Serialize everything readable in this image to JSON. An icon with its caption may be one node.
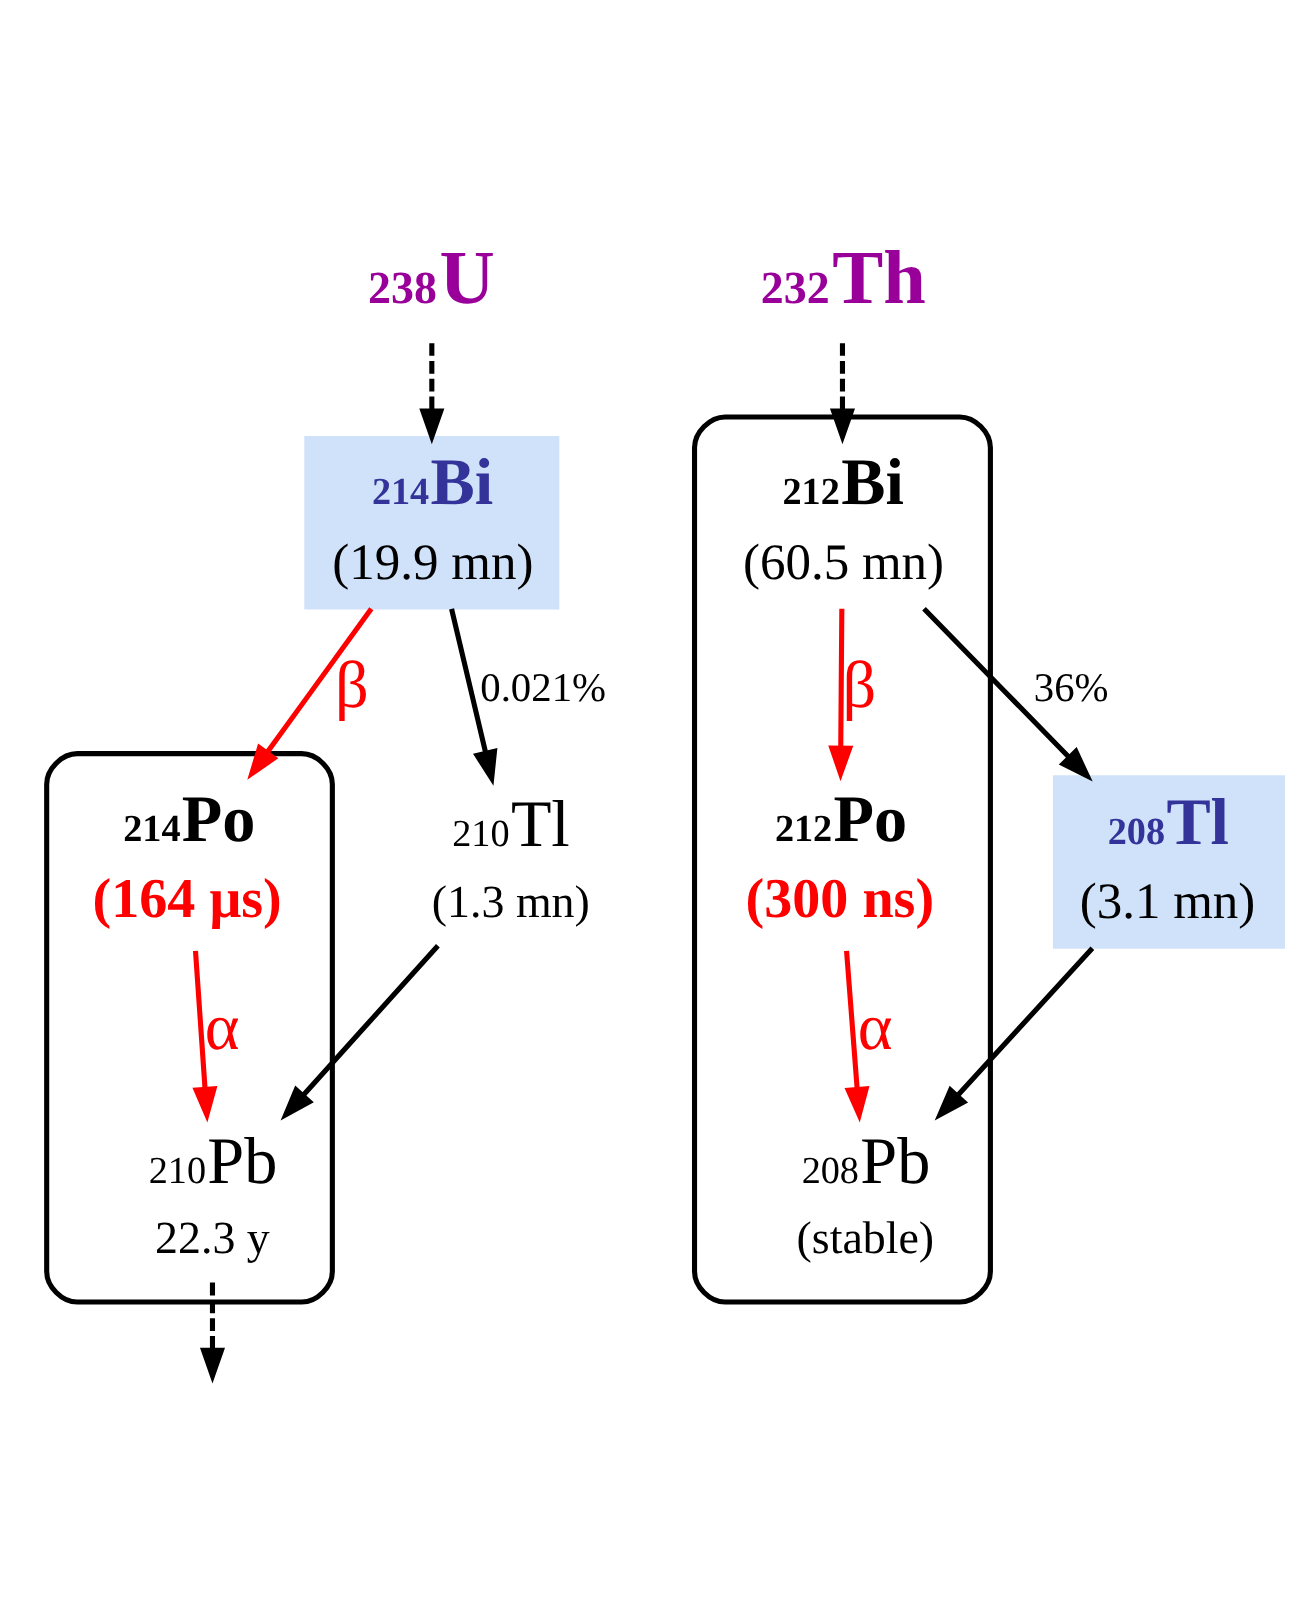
{
  "diagram": {
    "nodes": [
      {
        "text": [
          "$^{238}$U"
        ]
      },
      {
        "text": [],
        "shape": "ellipse"
      },
      {
        "text": [
          "$^{214}$Bi",
          "(19.9 mn)"
        ]
      },
      {
        "text": [
          "$^{214}$Po",
          "(164 μs)"
        ],
        "in": 1
      },
      {
        "text": [
          "$^{210}$Pb",
          "22.3 y"
        ],
        "in": 1
      },
      {
        "text": [
          "$^{210}$Tl",
          "(1.3 mn)"
        ]
      },
      {
        "text": [
          "$^{232}$Th"
        ]
      },
      {
        "text": [],
        "shape": "ellipse"
      },
      {
        "text": [
          "$^{212}$Bi",
          "(60.5 mn)"
        ],
        "in": 7
      },
      {
        "text": [
          "$^{212}$Po",
          "(300 ns)"
        ],
        "in": 7
      },
      {
        "text": [
          "$^{208}$Pb",
          "(stable)"
        ],
        "in": 7
      },
      {
        "text": [
          "$^{208}$Tl",
          "(3.1 mn)"
        ]
      }
    ],
    "edges": [
      {
        "from": 0,
        "to": 2,
        "arrow": "to",
        "style": "dashed"
      },
      {
        "from": 2,
        "to": 3,
        "arrow": "to",
        "label": "β",
        "color": "#ff0000"
      },
      {
        "from": 3,
        "to": 4,
        "arrow": "to",
        "label": "α",
        "color": "#ff0000"
      },
      {
        "from": 2,
        "to": 5,
        "arrow": "to",
        "label": "0.021%"
      },
      {
        "from": 5,
        "to": 4,
        "arrow": "to"
      },
      {
        "from": 4,
        "to": null,
        "arrow": "to",
        "style": "dashed"
      },
      {
        "from": 6,
        "to": 8,
        "arrow": "to",
        "style": "dashed"
      },
      {
        "from": 8,
        "to": 9,
        "arrow": "to",
        "label": "β",
        "color": "#ff0000"
      },
      {
        "from": 9,
        "to": 10,
        "arrow": "to",
        "label": "α",
        "color": "#ff0000"
      },
      {
        "from": 8,
        "to": 11,
        "arrow": "to",
        "label": "36%"
      },
      {
        "from": 11,
        "to": 10,
        "arrow": "to"
      }
    ]
  }
}
